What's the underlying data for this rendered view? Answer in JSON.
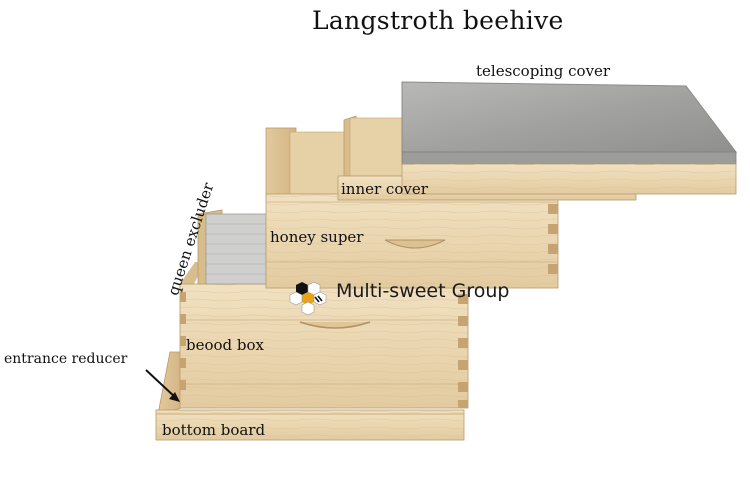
{
  "title": "Langstroth beehive",
  "labels": {
    "telescoping_cover": "telescoping cover",
    "inner_cover": "inner cover",
    "honey_super": "honey super",
    "queen_excluder": "queen excluder",
    "brood_box": "beood box",
    "entrance_reducer": "entrance reducer",
    "bottom_board": "bottom board"
  },
  "brand": {
    "name": "Multi-sweet Group",
    "logo_colors": [
      "#111111",
      "#e8a317",
      "#ffffff"
    ]
  },
  "colors": {
    "wood_light": "#eedcb8",
    "wood_mid": "#dfc597",
    "wood_dark": "#c8a877",
    "metal": "#a9aaa8",
    "metal_edge": "#8b8c8a"
  }
}
